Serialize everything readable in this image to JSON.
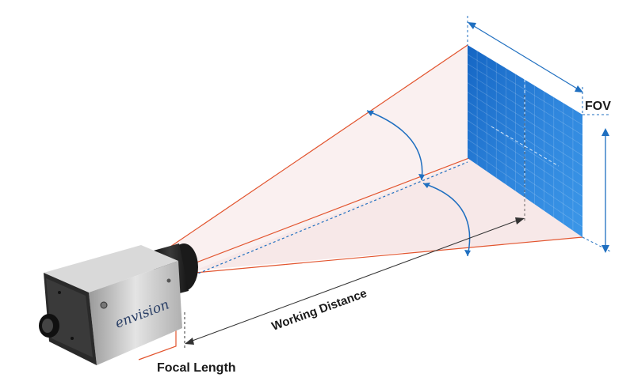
{
  "labels": {
    "fov": "FOV",
    "working_distance": "Working Distance",
    "focal_length": "Focal Length"
  },
  "camera": {
    "brand": "envision"
  },
  "colors": {
    "beam_line": "#e2542e",
    "beam_fill": "#f9eeee",
    "dimension_blue": "#1f6fc0",
    "sensor_blue": "#2a7fd6",
    "camera_body": "#c8c8c8",
    "camera_black": "#222222"
  }
}
